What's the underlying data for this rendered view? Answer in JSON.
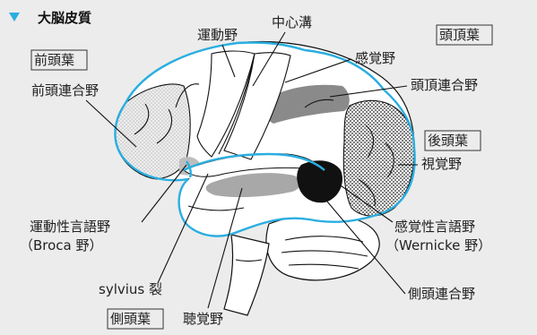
{
  "title": "大脳皮質",
  "accent_color": "#2aaee0",
  "area_colors": {
    "motor_speech": "#bdbdbd",
    "parietal_assoc": "#8a8a8a",
    "auditory": "#a8a8a8",
    "frontal_assoc": "dotted-light",
    "visual": "dotted-dark",
    "sensory_speech": "#111111"
  },
  "lobes": {
    "frontal": "前頭葉",
    "parietal": "頭頂葉",
    "occipital": "後頭葉",
    "temporal": "側頭葉"
  },
  "labels": {
    "motor_area": "運動野",
    "central_sulcus": "中心溝",
    "sensory_area": "感覚野",
    "parietal_assoc": "頭頂連合野",
    "frontal_assoc": "前頭連合野",
    "visual_area": "視覚野",
    "motor_speech_1": "運動性言語野",
    "motor_speech_2": "（Broca 野）",
    "sensory_speech_1": "感覚性言語野",
    "sensory_speech_2": "（Wernicke 野）",
    "sylvius": "sylvius 裂",
    "auditory_area": "聴覚野",
    "temporal_assoc": "側頭連合野"
  }
}
